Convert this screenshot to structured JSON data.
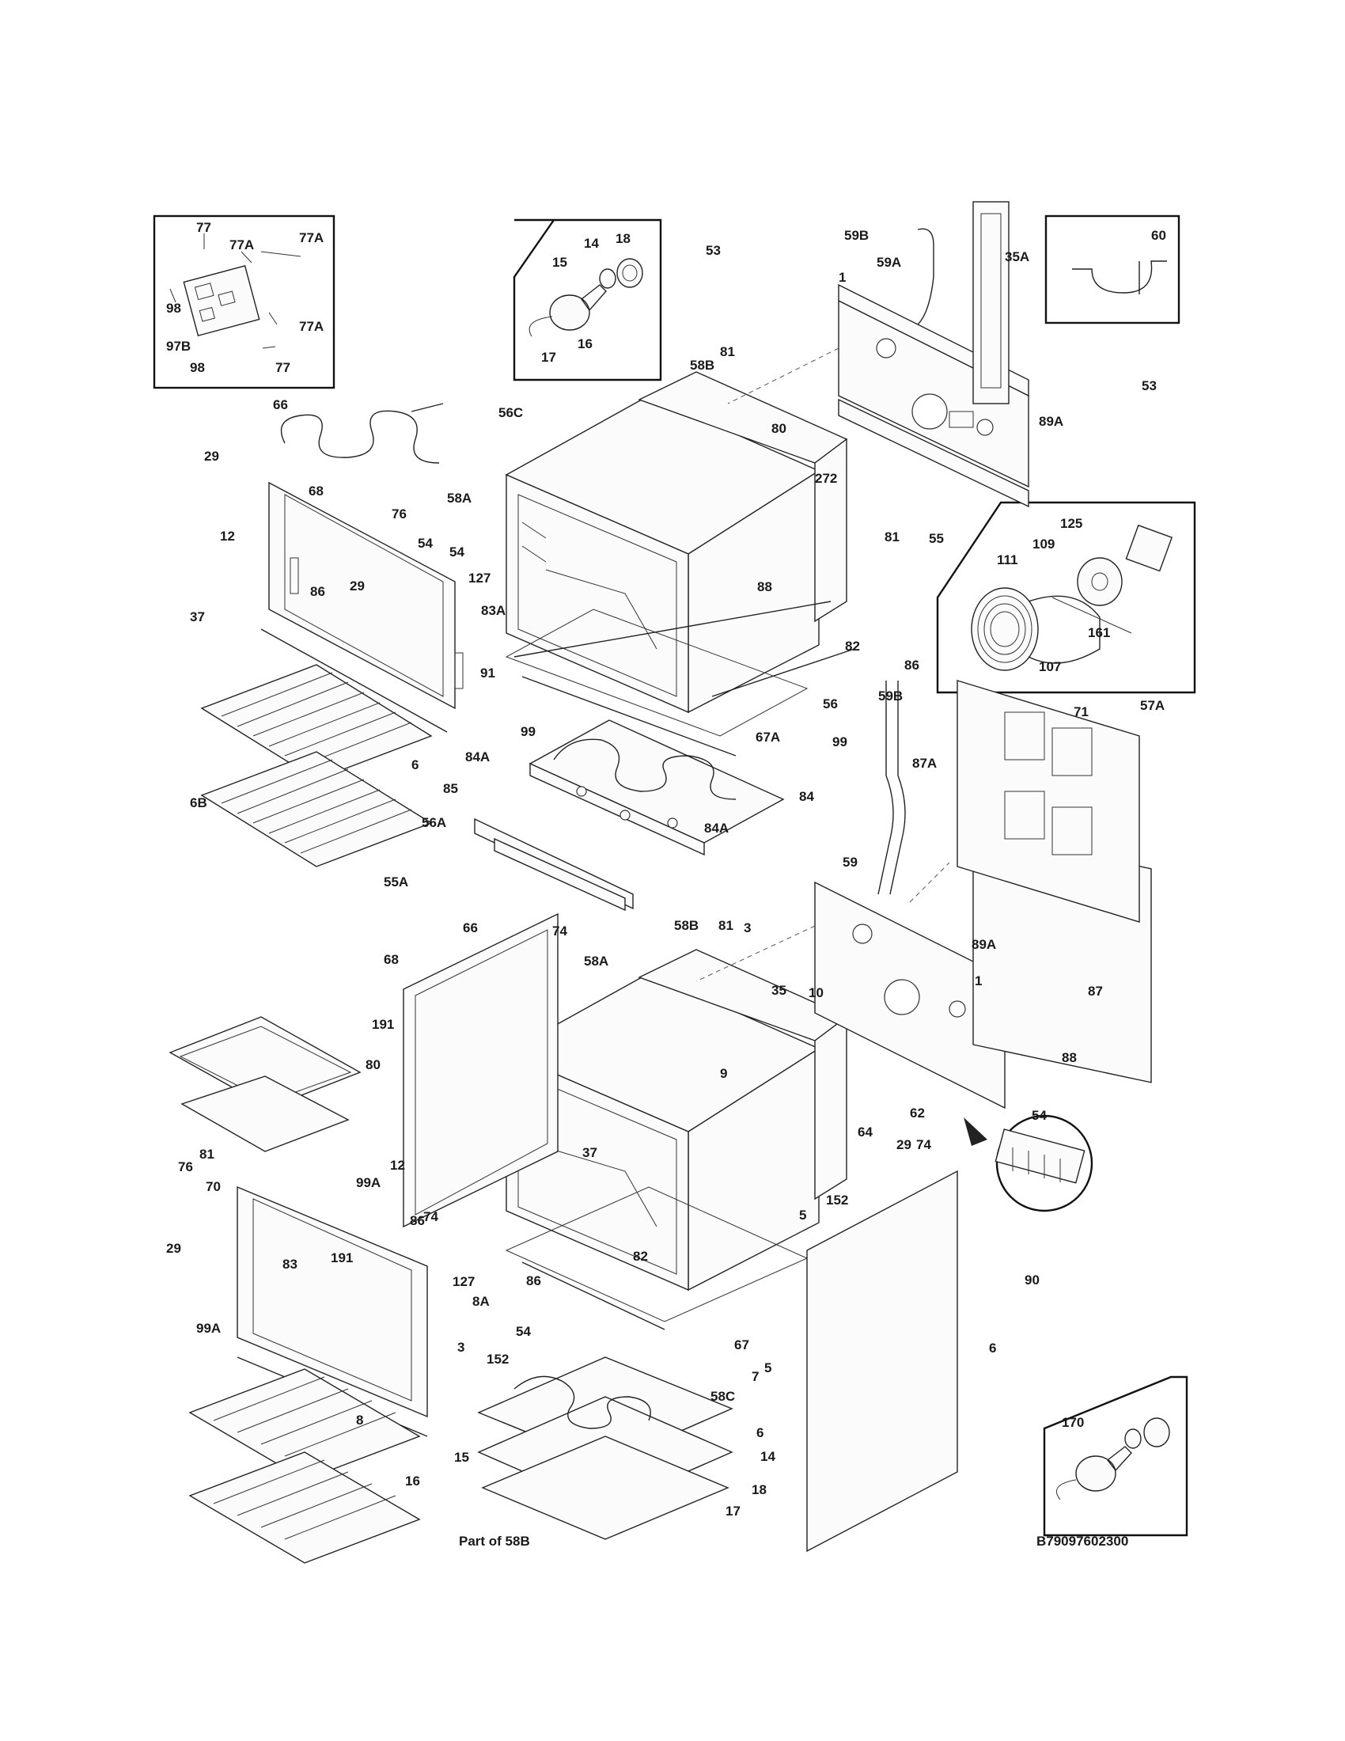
{
  "diagram": {
    "part_number_code": "B79097602300",
    "footnote_label": "Part of 58B",
    "callouts": [
      "77",
      "77A",
      "77A",
      "98",
      "97B",
      "98",
      "77",
      "77A",
      "14",
      "18",
      "15",
      "16",
      "17",
      "60",
      "59B",
      "35A",
      "53",
      "59A",
      "1",
      "53",
      "89A",
      "81",
      "58B",
      "56C",
      "80",
      "272",
      "66",
      "29",
      "12",
      "68",
      "76",
      "58A",
      "54",
      "88",
      "81",
      "55",
      "125",
      "109",
      "111",
      "161",
      "107",
      "127",
      "83A",
      "86",
      "29",
      "37",
      "91",
      "86",
      "54",
      "82",
      "59B",
      "56",
      "99",
      "71",
      "57A",
      "67A",
      "84A",
      "99",
      "87A",
      "6",
      "85",
      "84",
      "56A",
      "84A",
      "59",
      "6B",
      "55A",
      "66",
      "74",
      "3",
      "1",
      "89A",
      "191",
      "58B",
      "81",
      "68",
      "58A",
      "87",
      "10",
      "80",
      "35",
      "88",
      "9",
      "81",
      "64",
      "62",
      "74",
      "54",
      "29",
      "37",
      "12",
      "76",
      "70",
      "99A",
      "74",
      "152",
      "86",
      "5",
      "29",
      "83",
      "191",
      "127",
      "82",
      "90",
      "8A",
      "86",
      "99A",
      "54",
      "3",
      "67",
      "5",
      "7",
      "6",
      "152",
      "58C",
      "6",
      "8",
      "15",
      "14",
      "18",
      "16",
      "17",
      "170"
    ]
  },
  "colors": {
    "ink": "#1a1a1a",
    "paper": "#ffffff"
  }
}
